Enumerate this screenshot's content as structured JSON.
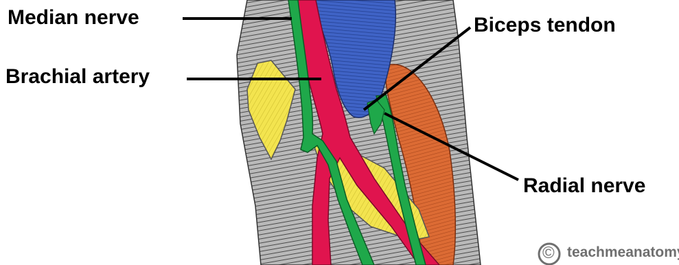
{
  "labels": {
    "median_nerve": "Median nerve",
    "brachial_artery": "Brachial artery",
    "biceps_tendon": "Biceps tendon",
    "radial_nerve": "Radial nerve"
  },
  "watermark": {
    "text": "teachmeanatomy",
    "symbol": "©"
  },
  "colors": {
    "nerve": "#1fa84a",
    "artery": "#e0144e",
    "biceps": "#3357b8",
    "muscle_lateral": "#d9682f",
    "tendon_yellow": "#f1e24a",
    "background_muscle": "#8a8a8a",
    "leader_line": "#000000"
  }
}
